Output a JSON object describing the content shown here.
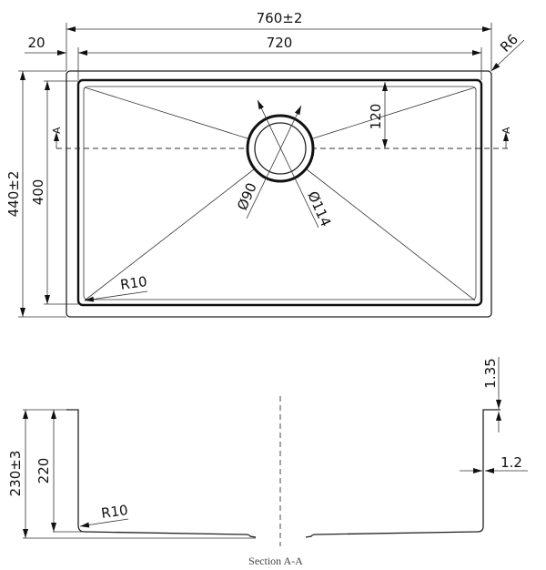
{
  "top_view": {
    "overall_width": "760±2",
    "bowl_width": "720",
    "flange": "20",
    "corner_radius_outer": "R6",
    "overall_depth": "440±2",
    "bowl_depth": "400",
    "drain_offset": "120",
    "drain_inner": "Ø90",
    "drain_outer": "Ø114",
    "inner_radius": "R10",
    "section_marker_left": "A",
    "section_marker_right": "A"
  },
  "section_view": {
    "overall_height": "230±3",
    "bowl_height": "220",
    "flange_thickness": "1.35",
    "wall_thickness": "1.2",
    "bottom_radius": "R10",
    "caption": "Section A-A"
  }
}
